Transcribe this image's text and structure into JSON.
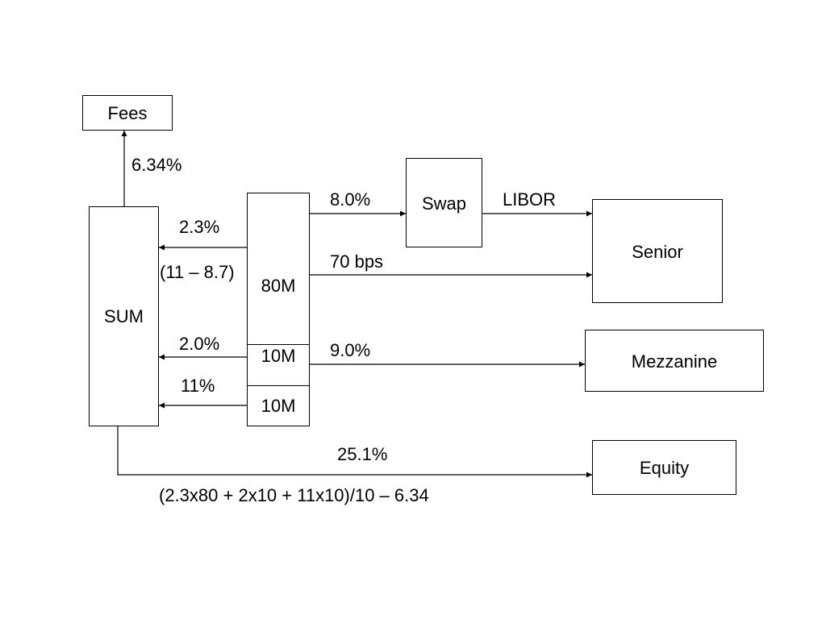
{
  "colors": {
    "line": "#000000",
    "text": "#000000",
    "background": "#ffffff"
  },
  "nodes": {
    "fees": "Fees",
    "sum": "SUM",
    "swap": "Swap",
    "senior": "Senior",
    "mezzanine": "Mezzanine",
    "equity": "Equity",
    "tranche_80": "80M",
    "tranche_10a": "10M",
    "tranche_10b": "10M"
  },
  "edge_labels": {
    "sum_to_fees": "6.34%",
    "senior_to_sum": "2.3%",
    "senior_to_sum_formula": "(11 – 8.7)",
    "mezz_to_sum": "2.0%",
    "equity_to_sum": "11%",
    "tranche_to_swap": "8.0%",
    "swap_to_senior": "LIBOR",
    "spread_to_senior": "70 bps",
    "to_mezzanine": "9.0%",
    "to_equity": "25.1%",
    "equity_formula": "(2.3x80 + 2x10 + 11x10)/10 – 6.34"
  }
}
